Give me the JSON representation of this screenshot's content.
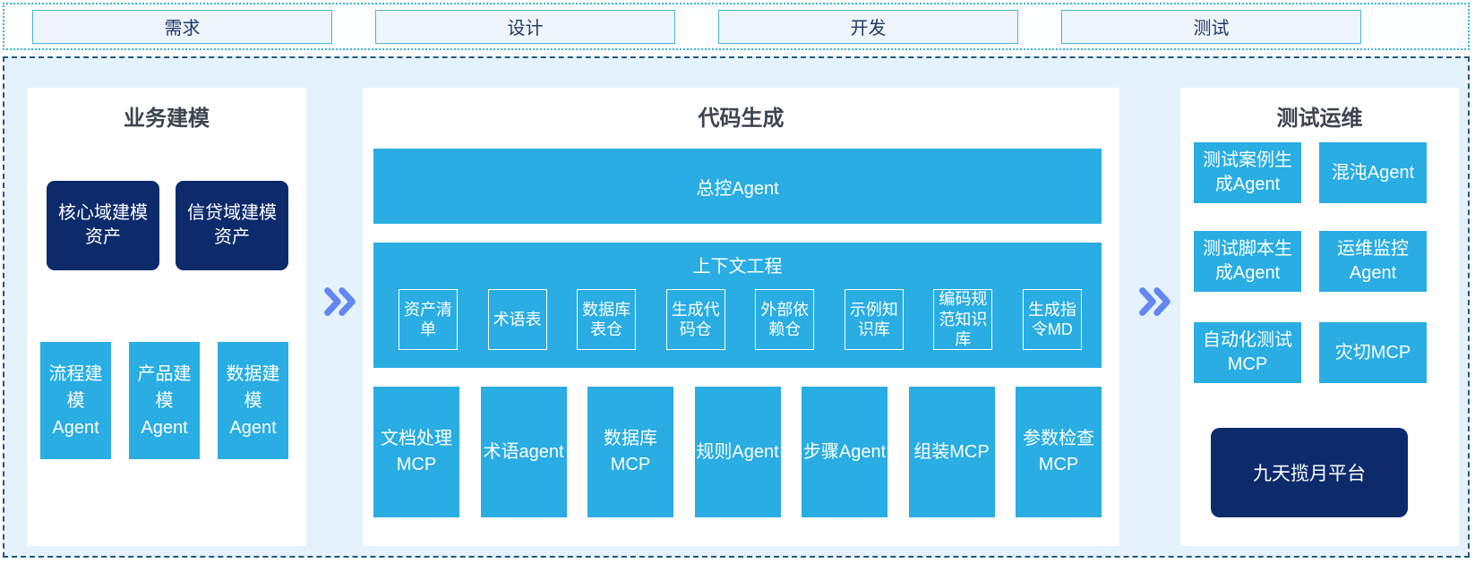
{
  "stages": [
    "需求",
    "设计",
    "开发",
    "测试"
  ],
  "business_modeling": {
    "title": "业务建模",
    "asset_boxes": [
      "核心域建模资产",
      "信贷域建模资产"
    ],
    "agent_boxes": [
      "流程建模Agent",
      "产品建模Agent",
      "数据建模Agent"
    ]
  },
  "code_generation": {
    "title": "代码生成",
    "master_agent": "总控Agent",
    "context_engineering": {
      "title": "上下文工程",
      "items": [
        "资产清单",
        "术语表",
        "数据库表仓",
        "生成代码仓",
        "外部依赖仓",
        "示例知识库",
        "编码规范知识库",
        "生成指令MD"
      ]
    },
    "tool_boxes": [
      "文档处理MCP",
      "术语agent",
      "数据库MCP",
      "规则Agent",
      "步骤Agent",
      "组装MCP",
      "参数检查MCP"
    ]
  },
  "test_ops": {
    "title": "测试运维",
    "boxes": [
      "测试案例生成Agent",
      "混沌Agent",
      "测试脚本生成Agent",
      "运维监控Agent",
      "自动化测试MCP",
      "灾切MCP"
    ],
    "platform": "九天揽月平台"
  },
  "colors": {
    "cyan": "#29ade3",
    "navy": "#0d2b6b",
    "container_bg": "#e4f2fb",
    "arrow": "#6486f2",
    "stage_border": "#47b6dc",
    "outer_dash": "#28567f",
    "strip_dash": "#35b5da"
  }
}
